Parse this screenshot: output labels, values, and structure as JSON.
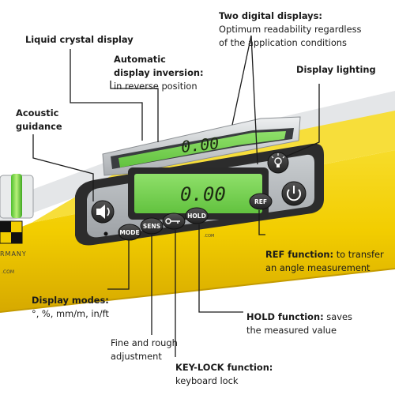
{
  "colors": {
    "level_body": "#f2cd00",
    "level_shade": "#d9ac00",
    "panel_dark": "#2c2c2c",
    "panel_silver": "#b9bdc0",
    "lcd_green": "#7ed957",
    "button_dark": "#3b3b3b",
    "callout_line": "#1a1a1a"
  },
  "icons": {
    "speaker": "speaker-icon",
    "power": "power-icon",
    "lighting": "light-bulb-icon",
    "key": "key-icon"
  },
  "displays": {
    "top_reading": "0.00",
    "main_reading": "0.00"
  },
  "buttons": {
    "mode": "MODE",
    "sens": "SENS",
    "hold": "HOLD",
    "ref": "REF"
  },
  "brand": {
    "country": "RMANY",
    "web": ".COM"
  },
  "labels": {
    "lcd": {
      "title": "Liquid crystal display"
    },
    "two_displays": {
      "title": "Two digital displays:",
      "line1": "Optimum readability regardless",
      "line2": "of the application conditions"
    },
    "inversion": {
      "title1": "Automatic",
      "title2": "display inversion:",
      "text": "in reverse position"
    },
    "lighting": {
      "title": "Display lighting"
    },
    "acoustic": {
      "title1": "Acoustic",
      "title2": "guidance"
    },
    "ref": {
      "title": "REF function:",
      "text1": " to transfer",
      "text2": "an angle measurement"
    },
    "modes": {
      "title": "Display modes:",
      "text": "°, %, mm/m, in/ft"
    },
    "hold": {
      "title": "HOLD function:",
      "text1": " saves",
      "text2": "the measured value"
    },
    "fine": {
      "text1": "Fine and rough",
      "text2": "adjustment"
    },
    "keylock": {
      "title": "KEY-LOCK function:",
      "text": "keyboard lock"
    }
  }
}
